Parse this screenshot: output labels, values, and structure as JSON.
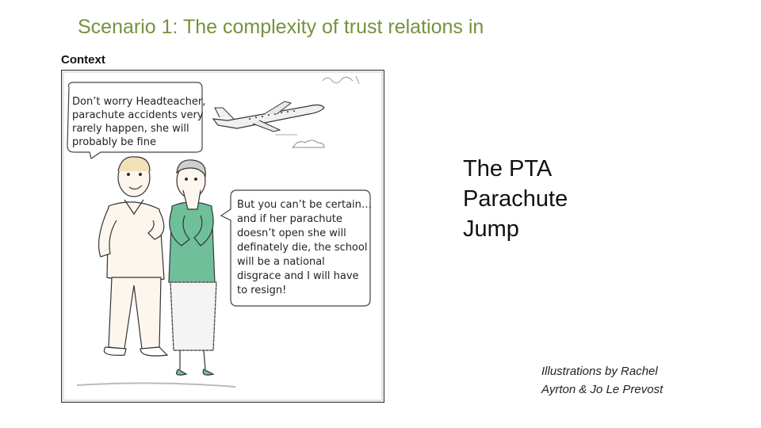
{
  "slide": {
    "title": "Scenario 1: The complexity of trust relations in",
    "context_label": "Context",
    "side_title": [
      "The PTA",
      "Parachute",
      "Jump"
    ],
    "credit": [
      "Illustrations by Rachel",
      "Ayrton & Jo Le Prevost"
    ]
  },
  "cartoon": {
    "bubble_left": [
      "Don’t worry Headteacher,",
      "parachute accidents very",
      "rarely happen, she will",
      "probably be fine"
    ],
    "bubble_right": [
      "But you can’t be certain…",
      "and if her parachute",
      "doesn’t open she will",
      "definately die, the school",
      "will be a national",
      "disgrace and I will have",
      "to resign!"
    ],
    "colors": {
      "cardigan": "#6fbf9b",
      "title": "#76923c"
    }
  }
}
